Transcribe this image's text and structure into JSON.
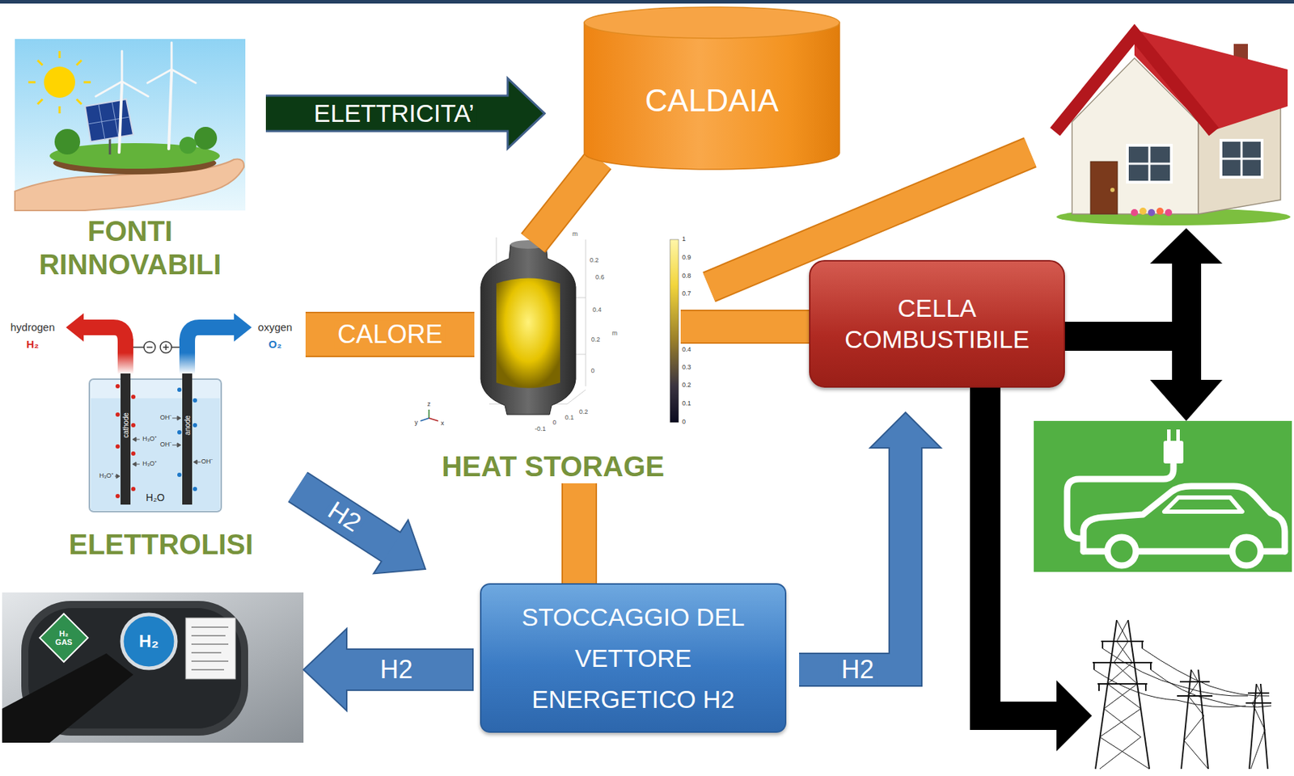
{
  "diagram": {
    "nodes": [
      {
        "text": [
          "FONTI RINNOVABILI"
        ]
      },
      {
        "text": [
          "CALDAIA"
        ]
      },
      {
        "text": [
          "ELETTROLISI"
        ]
      },
      {
        "text": [
          "HEAT STORAGE"
        ]
      },
      {
        "text": [
          "CELLA COMBUSTIBILE"
        ]
      },
      {
        "text": [
          "STOCCAGGIO DEL VETTORE ENERGETICO H2"
        ]
      }
    ],
    "edges": [
      {
        "from": 0,
        "to": 1,
        "label": "ELETTRICITA’",
        "arrow": "to"
      },
      {
        "from": 1,
        "to": 3,
        "arrow": "none"
      },
      {
        "from": 2,
        "to": 3,
        "label": "CALORE",
        "arrow": "none"
      },
      {
        "from": 3,
        "to": 4,
        "arrow": "none"
      },
      {
        "from": 2,
        "to": 5,
        "label": "H2",
        "arrow": "to"
      },
      {
        "from": 3,
        "to": 5,
        "arrow": "none"
      },
      {
        "from": 5,
        "to": 4,
        "label": "H2",
        "arrow": "to"
      }
    ],
    "labels": [
      "H2",
      "hydrogen",
      "H₂",
      "oxygen",
      "O₂",
      "cathode",
      "anode",
      "H₂O",
      "H₃O⁺",
      "H₃O⁺",
      "H₃O⁺",
      "OH⁻",
      "OH⁻",
      "OH⁻",
      "m",
      "0.2",
      "0.6",
      "0.4",
      "0.2",
      "m",
      "0",
      "0.2",
      "0.1",
      "0",
      "-0.1",
      "z",
      "y",
      "x",
      "1",
      "0.9",
      "0.8",
      "0.7",
      "0.4",
      "0.3",
      "0.2",
      "0.1",
      "0",
      "H₂ GAS",
      "H₂"
    ]
  }
}
